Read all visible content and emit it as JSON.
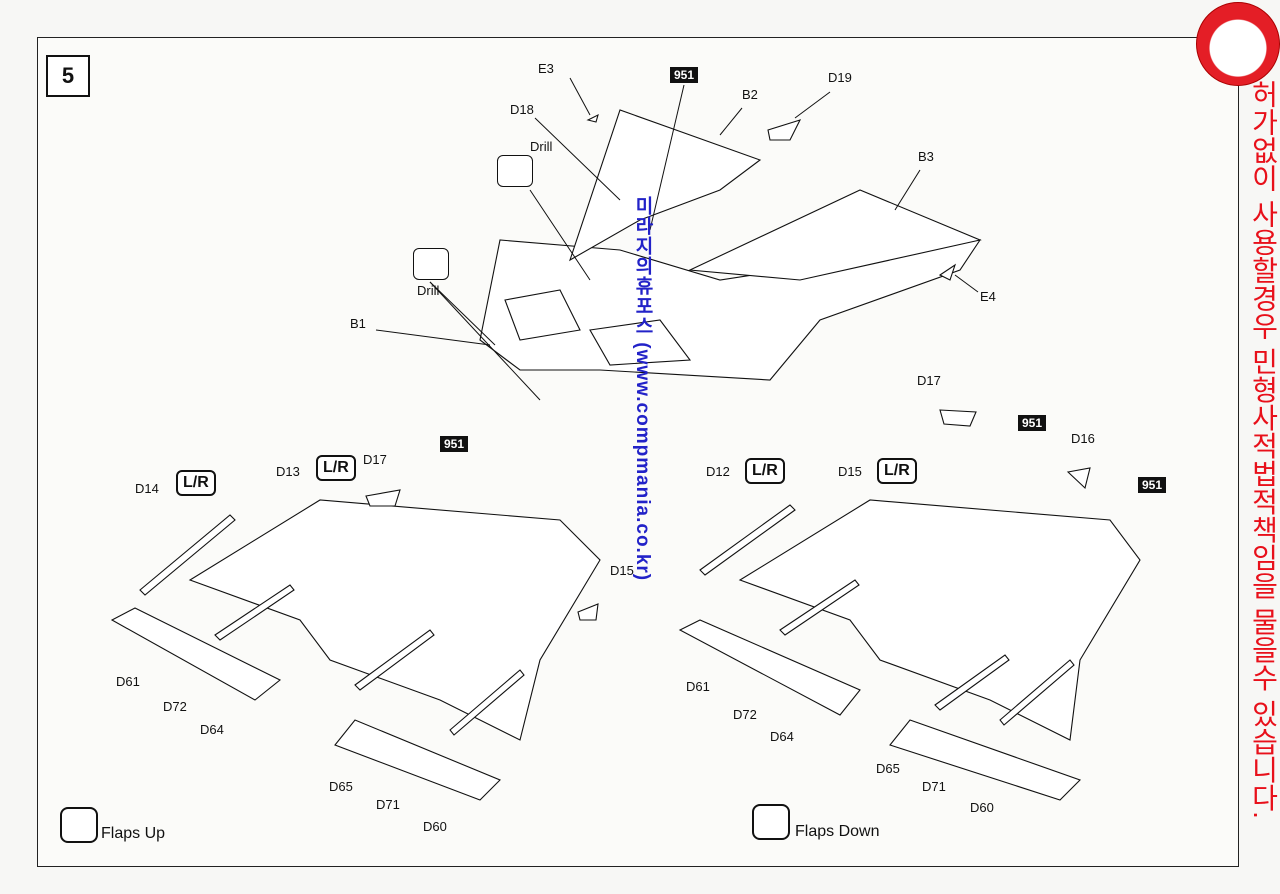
{
  "step": {
    "number": "5"
  },
  "top_assembly": {
    "labels": [
      "E3",
      "D18",
      "B2",
      "D19",
      "B3",
      "E4",
      "B1"
    ],
    "paint_code": "951",
    "drill_label": "Drill"
  },
  "left_assembly": {
    "labels": [
      "D14",
      "D13",
      "D17",
      "D15",
      "D61",
      "D72",
      "D64",
      "D65",
      "D71",
      "D60"
    ],
    "lr_badge": "L/R",
    "paint_code": "951",
    "caption": "Flaps Up"
  },
  "right_assembly": {
    "labels": [
      "D17",
      "D12",
      "D15",
      "D16",
      "D61",
      "D72",
      "D64",
      "D65",
      "D71",
      "D60"
    ],
    "lr_badge": "L/R",
    "paint_codes": [
      "951",
      "951"
    ],
    "caption": "Flaps Down"
  },
  "watermark": {
    "vertical_blue": "미라지의휴포스 (www.compmania.co.kr)",
    "red_notice": "허가없이 사용할경우 민형사적법적책임을 물을수 있습니다."
  },
  "colors": {
    "watermark_blue": "#2222c8",
    "notice_red": "#e8101a"
  },
  "icons": [
    "drill-icon",
    "rotate-icon",
    "logo-badge"
  ]
}
